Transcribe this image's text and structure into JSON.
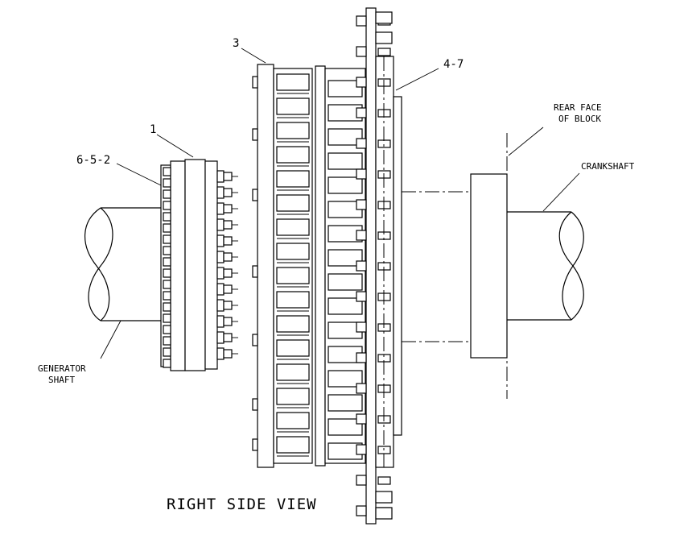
{
  "labels": {
    "item_1": "1",
    "item_3": "3",
    "item_4_7": "4-7",
    "item_6_5_2": "6-5-2",
    "rear_face_line1": "REAR FACE",
    "rear_face_line2": "OF BLOCK",
    "crankshaft": "CRANKSHAFT",
    "generator_line1": "GENERATOR",
    "generator_line2": "SHAFT",
    "view_title": "RIGHT SIDE VIEW"
  }
}
